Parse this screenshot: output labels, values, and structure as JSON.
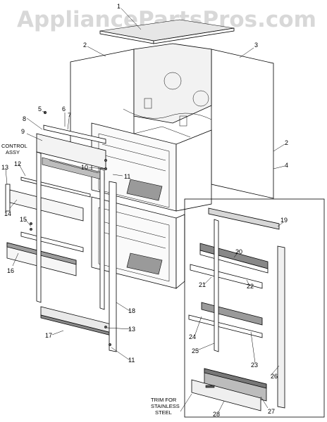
{
  "watermark": "AppliancePartsPros.com",
  "callouts": [
    {
      "id": "c1",
      "text": "1"
    },
    {
      "id": "c2a",
      "text": "2"
    },
    {
      "id": "c3",
      "text": "3"
    },
    {
      "id": "c2b",
      "text": "2"
    },
    {
      "id": "c4",
      "text": "4"
    },
    {
      "id": "c5",
      "text": "5"
    },
    {
      "id": "c6",
      "text": "6"
    },
    {
      "id": "c7",
      "text": "7"
    },
    {
      "id": "c8",
      "text": "8"
    },
    {
      "id": "c9",
      "text": "9"
    },
    {
      "id": "c10",
      "text": "10"
    },
    {
      "id": "c11a",
      "text": "11"
    },
    {
      "id": "c11b",
      "text": "11"
    },
    {
      "id": "c12",
      "text": "12"
    },
    {
      "id": "c13a",
      "text": "13"
    },
    {
      "id": "c13b",
      "text": "13"
    },
    {
      "id": "c14",
      "text": "14"
    },
    {
      "id": "c15",
      "text": "15"
    },
    {
      "id": "c16",
      "text": "16"
    },
    {
      "id": "c17",
      "text": "17"
    },
    {
      "id": "c18",
      "text": "18"
    },
    {
      "id": "c19",
      "text": "19"
    },
    {
      "id": "c20",
      "text": "20"
    },
    {
      "id": "c21",
      "text": "21"
    },
    {
      "id": "c22",
      "text": "22"
    },
    {
      "id": "c23",
      "text": "23"
    },
    {
      "id": "c24",
      "text": "24"
    },
    {
      "id": "c25",
      "text": "25"
    },
    {
      "id": "c26",
      "text": "26"
    },
    {
      "id": "c27",
      "text": "27"
    },
    {
      "id": "c28",
      "text": "28"
    }
  ],
  "notes": {
    "control_assy_line1": "CONTROL",
    "control_assy_line2": "ASSY",
    "trim_line1": "TRIM FOR",
    "trim_line2": "STAINLESS",
    "trim_line3": "STEEL"
  }
}
